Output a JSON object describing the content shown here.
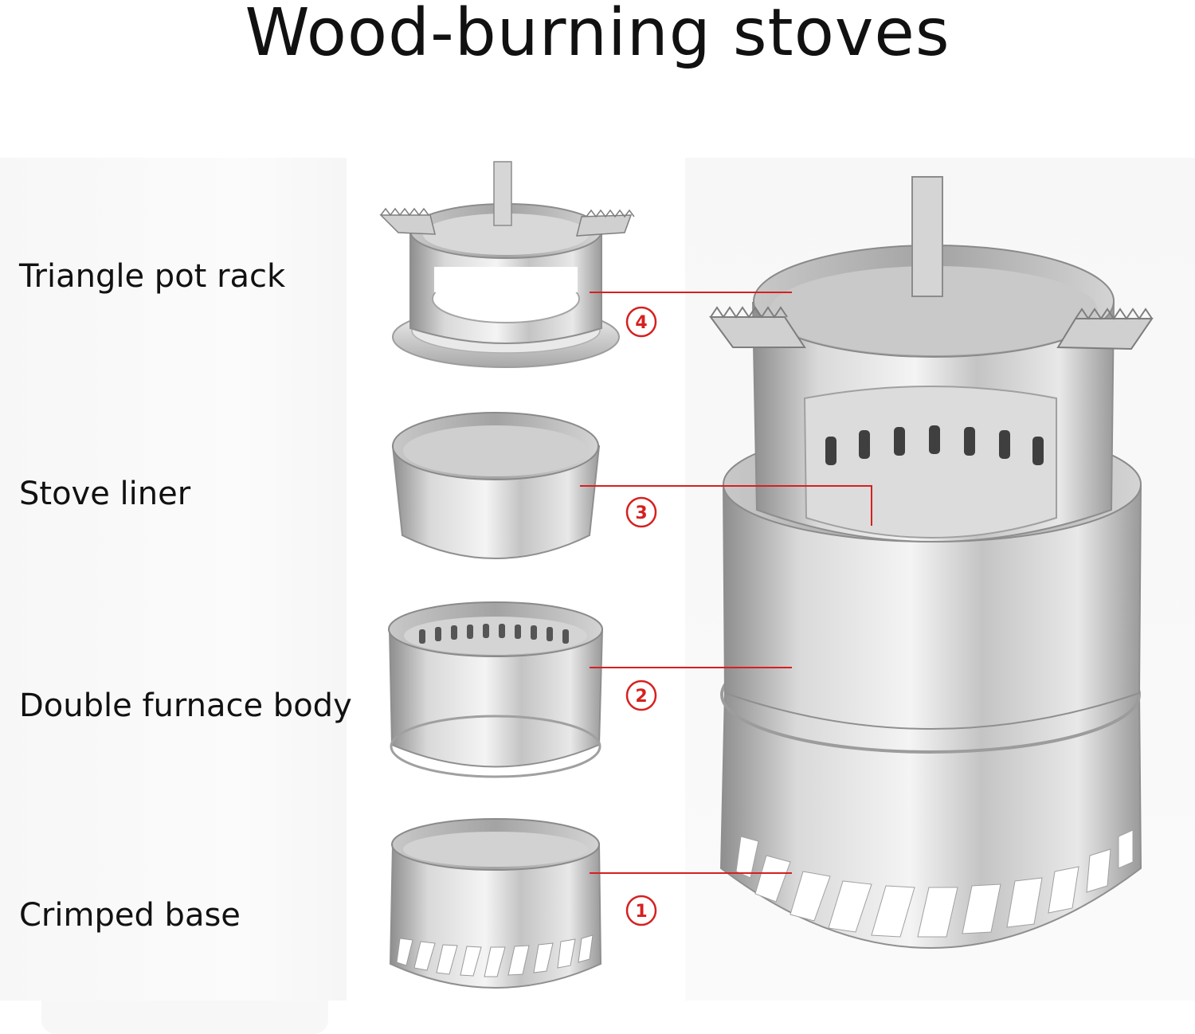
{
  "title": "Wood-burning stoves",
  "parts": [
    {
      "label": "Triangle pot rack",
      "number": "4"
    },
    {
      "label": "Stove liner",
      "number": "3"
    },
    {
      "label": "Double furnace body",
      "number": "2"
    },
    {
      "label": "Crimped base",
      "number": "1"
    }
  ],
  "colors": {
    "callout": "#d62020",
    "steel_light": "#f2f2f2",
    "steel_dark": "#9a9a9a"
  }
}
